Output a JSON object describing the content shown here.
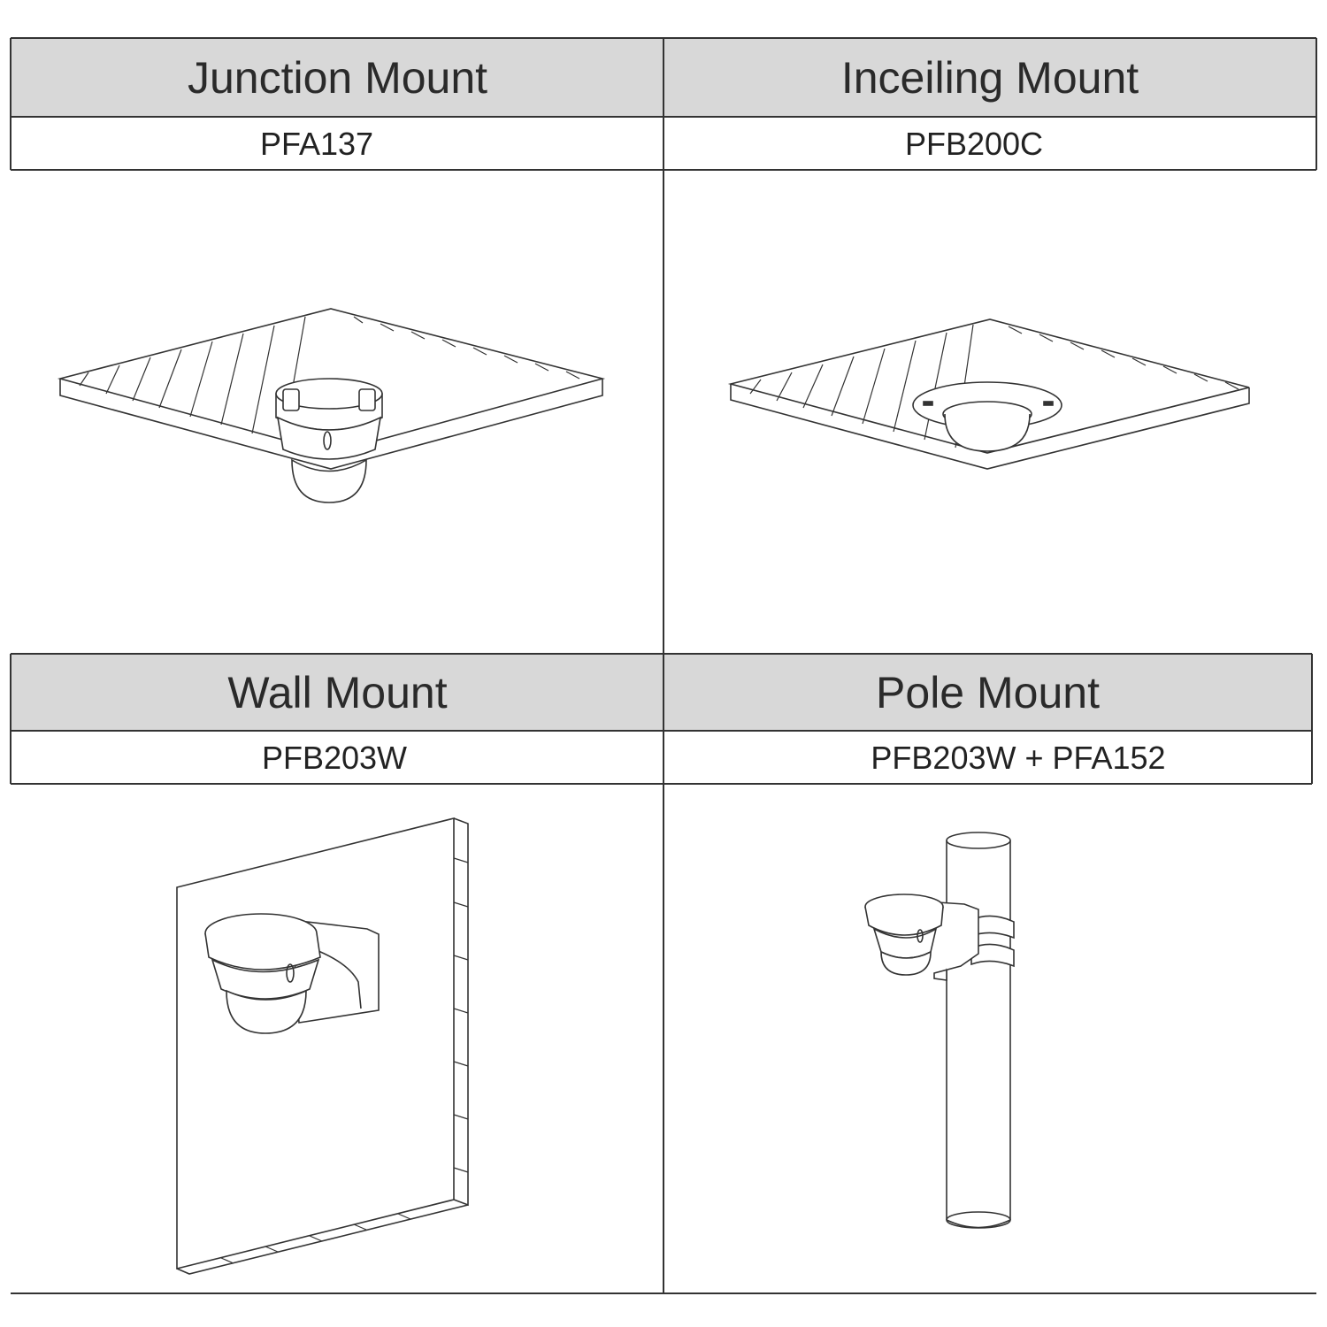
{
  "mounts": [
    {
      "title": "Junction Mount",
      "model": "PFA137"
    },
    {
      "title": "Inceiling Mount",
      "model": "PFB200C"
    },
    {
      "title": "Wall Mount",
      "model": "PFB203W"
    },
    {
      "title": "Pole Mount",
      "model": "PFB203W + PFA152"
    }
  ],
  "colors": {
    "header_bg": "#d8d8d8",
    "line": "#333333"
  }
}
